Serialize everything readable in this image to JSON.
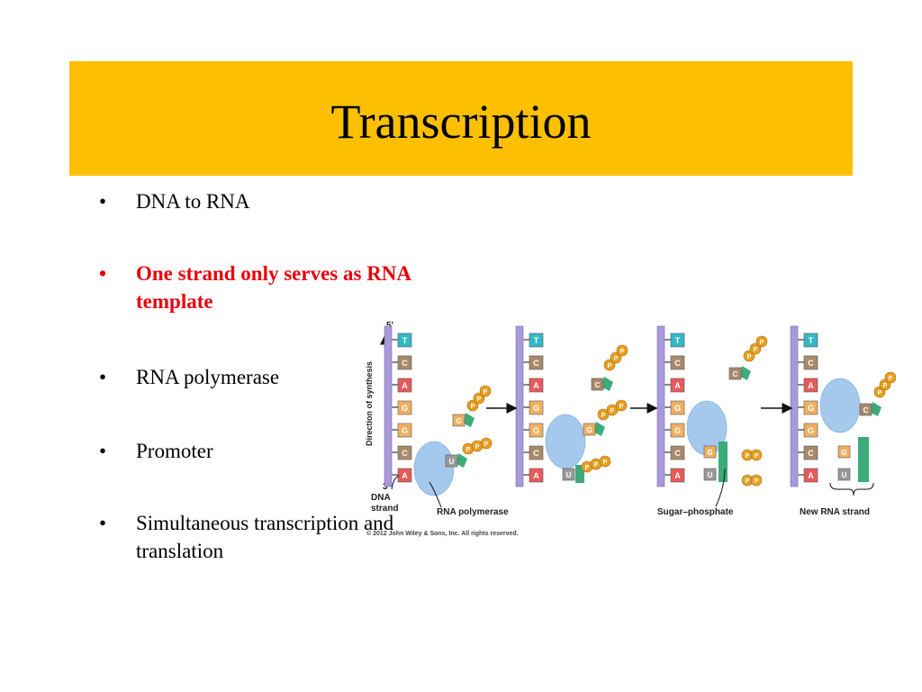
{
  "slide": {
    "title": "Transcription",
    "title_bg_color": "#fcc000",
    "accent_color": "#e8000b",
    "bullets": [
      {
        "text": "DNA to RNA",
        "emphasis": false
      },
      {
        "text": "One strand only serves as RNA template",
        "emphasis": true
      },
      {
        "text": "RNA polymerase",
        "emphasis": false
      },
      {
        "text": "Promoter",
        "emphasis": false
      },
      {
        "text": "Simultaneous transcription and translation",
        "emphasis": false
      }
    ]
  },
  "figure": {
    "end_5": "5'",
    "end_3": "3'",
    "direction_label": "Direction of synthesis",
    "dna_strand_label": "DNA strand",
    "polymerase_label": "RNA  polymerase",
    "sugar_phosphate_label": "Sugar–phosphate",
    "new_rna_label": "New RNA strand",
    "copyright": "© 2012 John Wiley & Sons, Inc. All rights reserved.",
    "dna_bases": [
      "T",
      "C",
      "A",
      "G",
      "G",
      "C",
      "A"
    ],
    "phosphate_label": "P",
    "nucleotides": {
      "g": "G",
      "u": "U",
      "c": "C"
    },
    "base_colors": {
      "T": "#33b8c8",
      "C": "#a88a6a",
      "A": "#e85a5a",
      "G": "#f0b060",
      "U": "#9a9a9a"
    }
  }
}
